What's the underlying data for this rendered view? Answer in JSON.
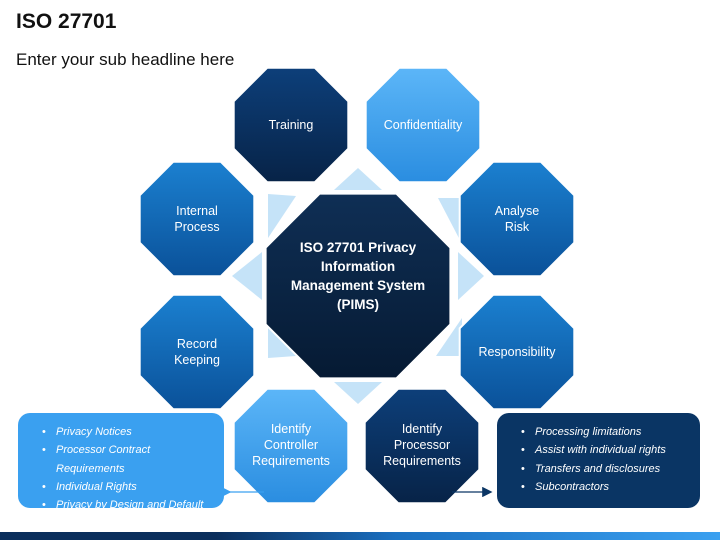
{
  "title": "ISO 27701",
  "subtitle": "Enter your sub headline here",
  "colors": {
    "navy": "#0b2d5b",
    "blue": "#0f6ab8",
    "light": "#3aa0f0",
    "connector": "#c5e3f8",
    "center": "#0a2340"
  },
  "center": {
    "label": "ISO 27701 Privacy\nInformation\nManagement System\n(PIMS)"
  },
  "nodes": [
    {
      "id": "training",
      "label": "Training",
      "shade": "navy"
    },
    {
      "id": "confidentiality",
      "label": "Confidentiality",
      "shade": "light"
    },
    {
      "id": "analyse-risk",
      "label": "Analyse\nRisk",
      "shade": "blue"
    },
    {
      "id": "responsibility",
      "label": "Responsibility",
      "shade": "blue"
    },
    {
      "id": "identify-processor",
      "label": "Identify\nProcessor\nRequirements",
      "shade": "navy"
    },
    {
      "id": "identify-controller",
      "label": "Identify\nController\nRequirements",
      "shade": "light"
    },
    {
      "id": "record-keeping",
      "label": "Record\nKeeping",
      "shade": "blue"
    },
    {
      "id": "internal-process",
      "label": "Internal\nProcess",
      "shade": "blue"
    }
  ],
  "controller_box": {
    "items": [
      "Privacy Notices",
      "Processor Contract Requirements",
      "Individual Rights",
      "Privacy by Design and Default"
    ]
  },
  "processor_box": {
    "items": [
      "Processing limitations",
      "Assist with individual rights",
      "Transfers and disclosures",
      "Subcontractors"
    ]
  }
}
